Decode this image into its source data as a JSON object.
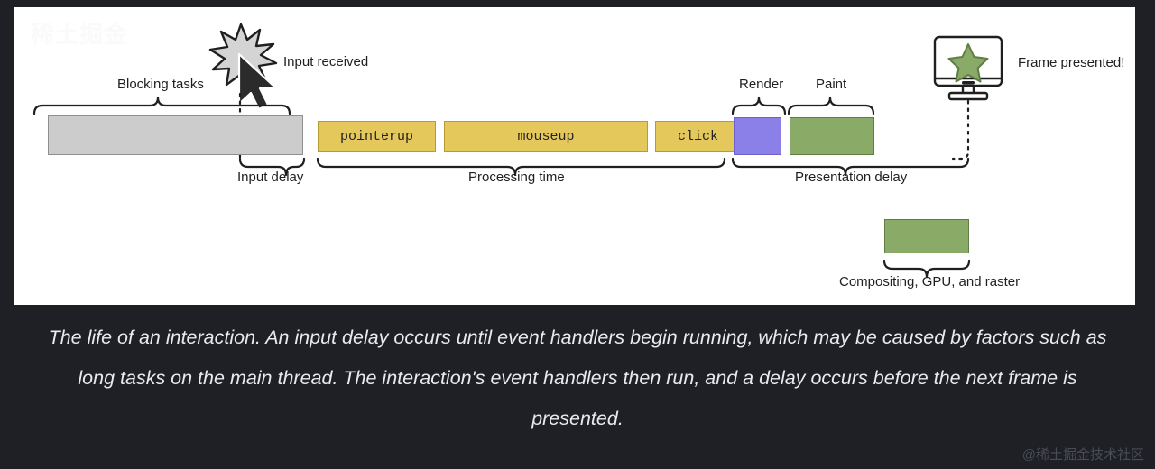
{
  "watermarks": {
    "top_left": "稀土掘金",
    "bottom_right": "@稀土掘金技术社区"
  },
  "diagram": {
    "title_alt": "The life of an interaction",
    "annotations": {
      "input_received": "Input received",
      "frame_presented": "Frame presented!",
      "blocking_tasks": "Blocking tasks",
      "input_delay": "Input delay",
      "processing_time": "Processing time",
      "presentation_delay": "Presentation delay",
      "render": "Render",
      "paint": "Paint",
      "compositing": "Compositing, GPU, and raster"
    },
    "timeline_boxes": [
      {
        "name": "blocking-tasks",
        "label": "",
        "color": "#cccccc"
      },
      {
        "name": "pointerup",
        "label": "pointerup",
        "color": "#e5c85c"
      },
      {
        "name": "mouseup",
        "label": "mouseup",
        "color": "#e5c85c"
      },
      {
        "name": "click",
        "label": "click",
        "color": "#e5c85c"
      },
      {
        "name": "render",
        "label": "",
        "color": "#8b7fe8"
      },
      {
        "name": "paint",
        "label": "",
        "color": "#8aab68"
      },
      {
        "name": "compositing",
        "label": "",
        "color": "#8aab68"
      }
    ],
    "colors": {
      "blocking": "#cccccc",
      "event": "#e5c85c",
      "render": "#8b7fe8",
      "paint": "#8aab68",
      "stroke": "#1f1f1f",
      "panel_bg": "#ffffff",
      "page_bg": "#1e2025"
    }
  },
  "caption": {
    "text": "The life of an interaction. An input delay occurs until event handlers begin running, which may be caused by factors such as long tasks on the main thread. The interaction's event handlers then run, and a delay occurs before the next frame is presented."
  }
}
